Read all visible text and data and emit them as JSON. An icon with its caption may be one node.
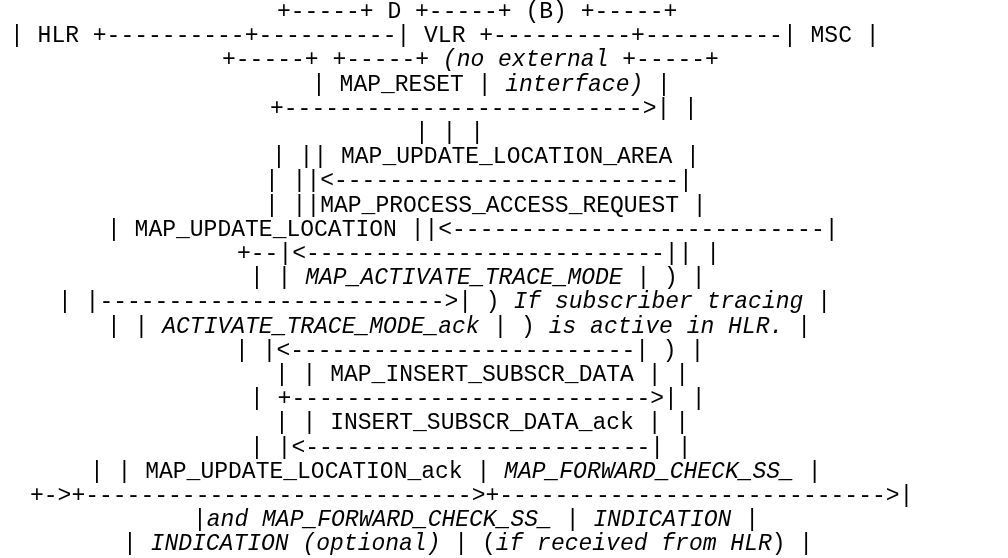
{
  "diagram": {
    "labels": [
      "+-----+ D +-----+ (B) +-----+",
      "| HLR +----------+----------| VLR +----------+----------| MSC |",
      "+-----+ +-----+ *(no external* +-----+",
      "| MAP_RESET | *interface)* |",
      "+-------------------------->| |",
      "| | |",
      "| || MAP_UPDATE_LOCATION_AREA |",
      "| ||<-------------------------|",
      "| ||MAP_PROCESS_ACCESS_REQUEST |",
      "| MAP_UPDATE_LOCATION ||<---------------------------|",
      "+--|<--------------------------|| |",
      "| | *MAP_ACTIVATE_TRACE_MODE* | ) |",
      "| |------------------------->| ) *If subscriber tracing* |",
      "| | *ACTIVATE_TRACE_MODE_ack* | ) *is active in HLR.* |",
      "| |<-------------------------| ) |",
      "| | MAP_INSERT_SUBSCR_DATA | |",
      "| +-------------------------->| |",
      "| | INSERT_SUBSCR_DATA_ack | |",
      "| |<-------------------------| |",
      "| | MAP_UPDATE_LOCATION_ack | *MAP_FORWARD_CHECK_SS_* |",
      "+->+---------------------------->+---------------------------->|",
      "|*and MAP_FORWARD_CHECK_SS_* | *INDICATION* |",
      "| *INDICATION (optional)* | (*if received from HLR*) |"
    ]
  }
}
